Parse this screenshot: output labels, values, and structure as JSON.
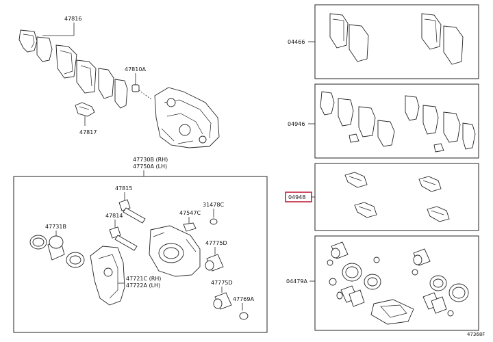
{
  "labels": {
    "l47816": "47816",
    "l47810A": "47810A",
    "l47817": "47817",
    "l47730B": "47730B (RH)",
    "l47750A": "47750A (LH)",
    "l47815": "47815",
    "l47814": "47814",
    "l47547C": "47547C",
    "l31478C": "31478C",
    "l47731B": "47731B",
    "l47775D_1": "47775D",
    "l47721C": "47721C (RH)",
    "l47722A": "47722A (LH)",
    "l47775D_2": "47775D",
    "l47769A": "47769A",
    "l04466": "04466",
    "l04946": "04946",
    "l04948": "04948",
    "l04479A": "04479A",
    "ref": "47368F"
  }
}
